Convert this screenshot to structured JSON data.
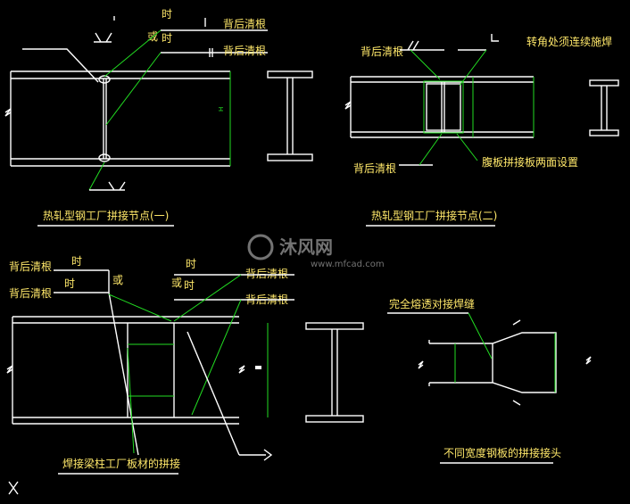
{
  "colors": {
    "background": "#000000",
    "lines": "#ffffff",
    "leaders": "#22dd22",
    "text": "#ffe86a"
  },
  "panel1": {
    "weld_top_when": "时",
    "weld_top_back": "背后清根",
    "weld_or": "或",
    "weld_or_when": "时",
    "weld_or_back": "背后清根",
    "title": "热轧型钢工厂拼接节点(一)"
  },
  "panel2": {
    "back_gouge_top": "背后清根",
    "corner_weld": "转角处须连续施焊",
    "back_gouge_bottom": "背后清根",
    "web_plate_note": "腹板拼接板两面设置",
    "title": "热轧型钢工厂拼接节点(二)"
  },
  "panel3": {
    "left_back_1": "背后清根",
    "left_when_1": "时",
    "left_back_2": "背后清根",
    "left_when_2": "时",
    "left_or": "或",
    "right_when": "时",
    "right_back_1": "背后清根",
    "right_or": "或",
    "right_when_2": "时",
    "right_back_2": "背后清根",
    "title": "焊接梁柱工厂板材的拼接"
  },
  "panel4": {
    "weld_note": "完全熔透对接焊缝",
    "title": "不同宽度钢板的拼接接头"
  },
  "watermark": {
    "brand": "沐风网",
    "url": "www.mfcad.com"
  }
}
